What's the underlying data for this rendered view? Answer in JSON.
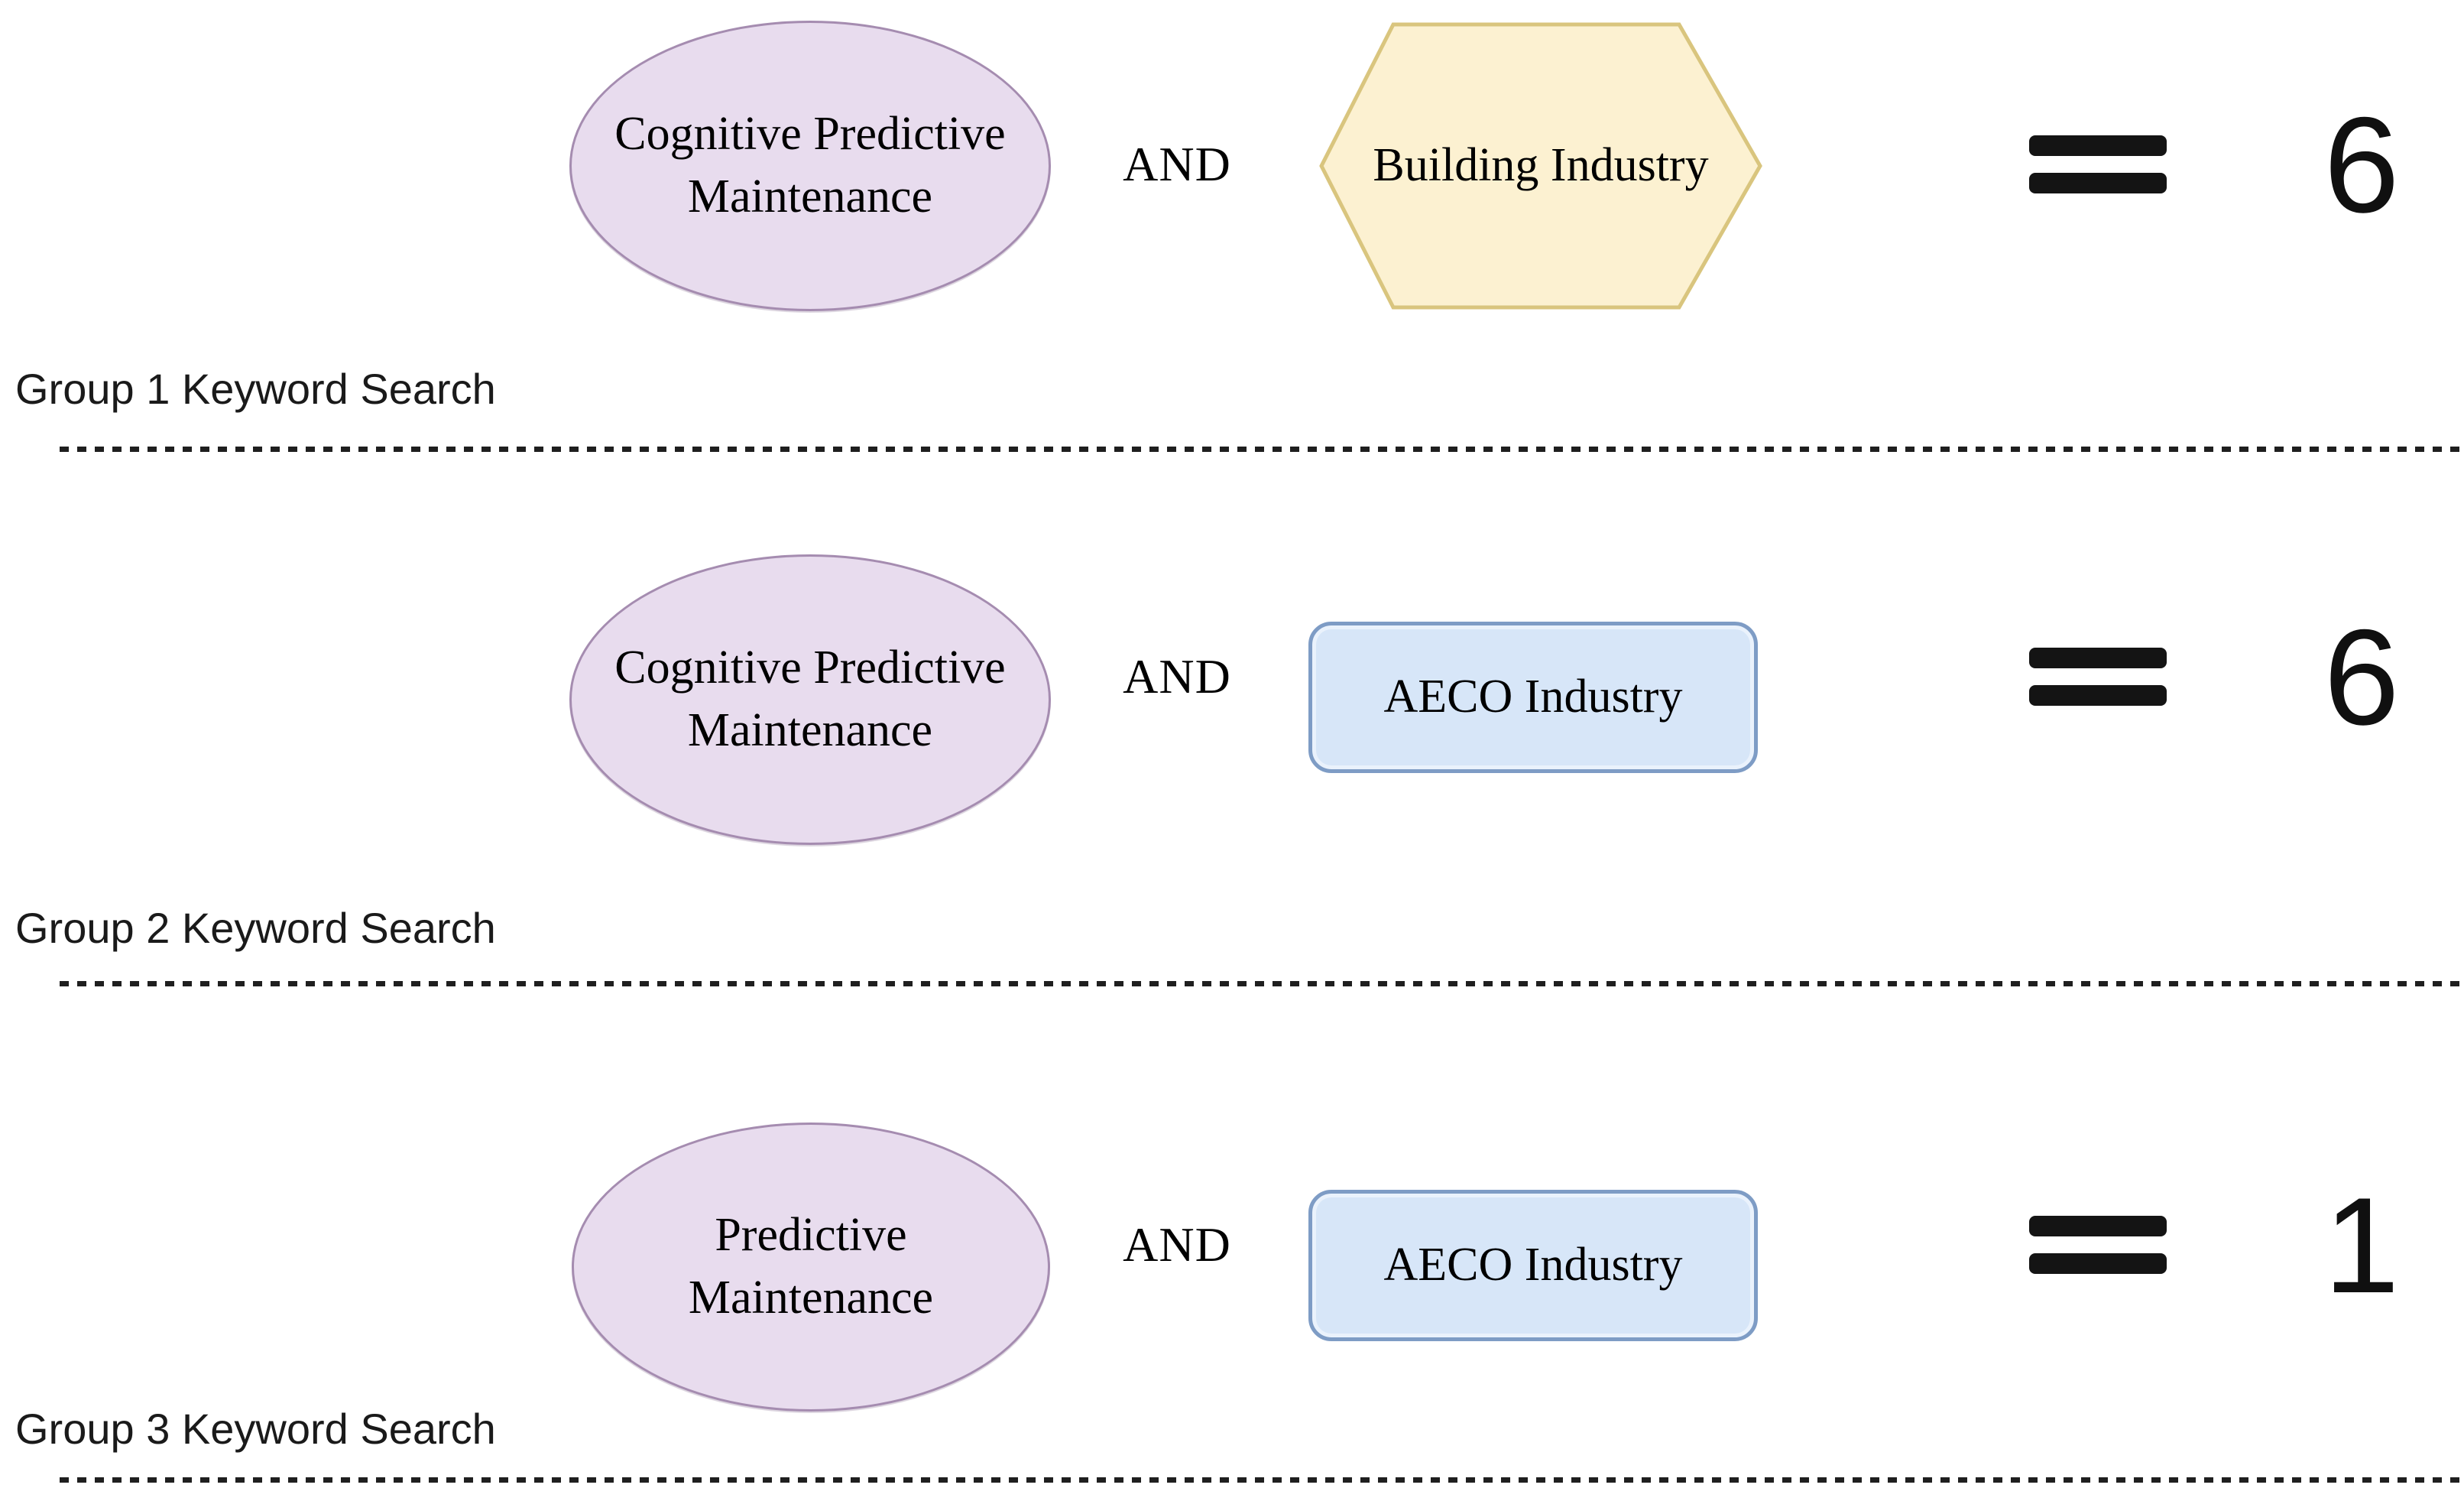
{
  "figure": {
    "background": "#ffffff",
    "colors": {
      "ellipse_fill": "#E8DCEE",
      "ellipse_border": "#A58CB0",
      "hexagon_fill": "#FCF1D1",
      "hexagon_border": "#D9C57E",
      "rounded_box_fill": "#D7E6F8",
      "rounded_box_border": "#7E9CC5",
      "text": "#000000",
      "separator": "#1f1f1f"
    }
  },
  "groups": [
    {
      "label": "Group 1 Keyword Search",
      "term1": "Cognitive Predictive Maintenance",
      "term1_shape": "ellipse",
      "operator": "AND",
      "term2": "Building Industry",
      "term2_shape": "hexagon",
      "equals": "=",
      "result": "6"
    },
    {
      "label": "Group 2 Keyword Search",
      "term1": "Cognitive Predictive Maintenance",
      "term1_shape": "ellipse",
      "operator": "AND",
      "term2": "AECO Industry",
      "term2_shape": "rounded-rectangle",
      "equals": "=",
      "result": "6"
    },
    {
      "label": "Group 3 Keyword Search",
      "term1": "Predictive Maintenance",
      "term1_shape": "ellipse",
      "operator": "AND",
      "term2": "AECO Industry",
      "term2_shape": "rounded-rectangle",
      "equals": "=",
      "result": "1"
    }
  ]
}
